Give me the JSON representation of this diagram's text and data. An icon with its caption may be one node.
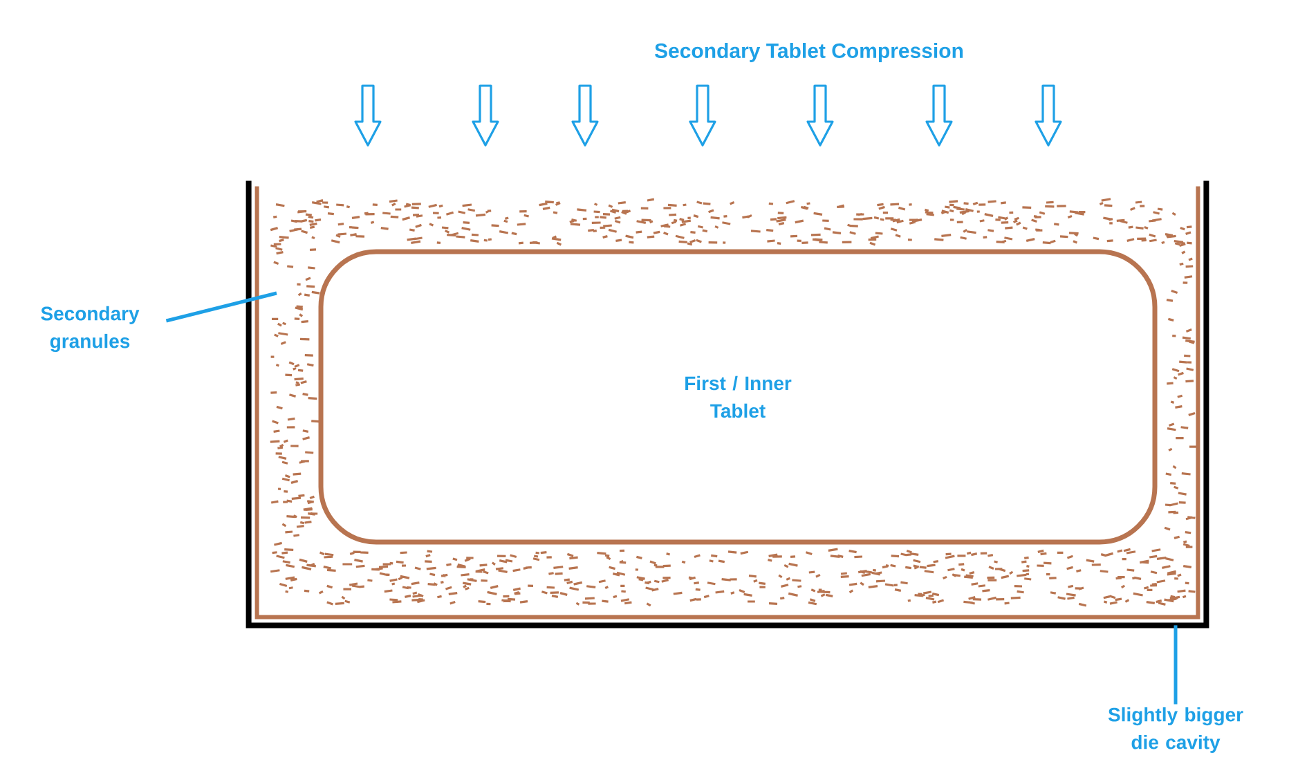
{
  "diagram": {
    "title": "Secondary Tablet Compression",
    "nodes": [
      {
        "text": [],
        "shape": "box"
      },
      {
        "text": [
          "First / Inner Tablet"
        ],
        "in": 0
      },
      {
        "text": [
          "Secondary granules"
        ]
      },
      {
        "text": [
          "Slightly bigger die cavity"
        ]
      }
    ],
    "edges": [
      {
        "from": 2,
        "to": null,
        "arrow": "none"
      },
      {
        "from": 3,
        "to": 0,
        "arrow": "none"
      }
    ]
  }
}
